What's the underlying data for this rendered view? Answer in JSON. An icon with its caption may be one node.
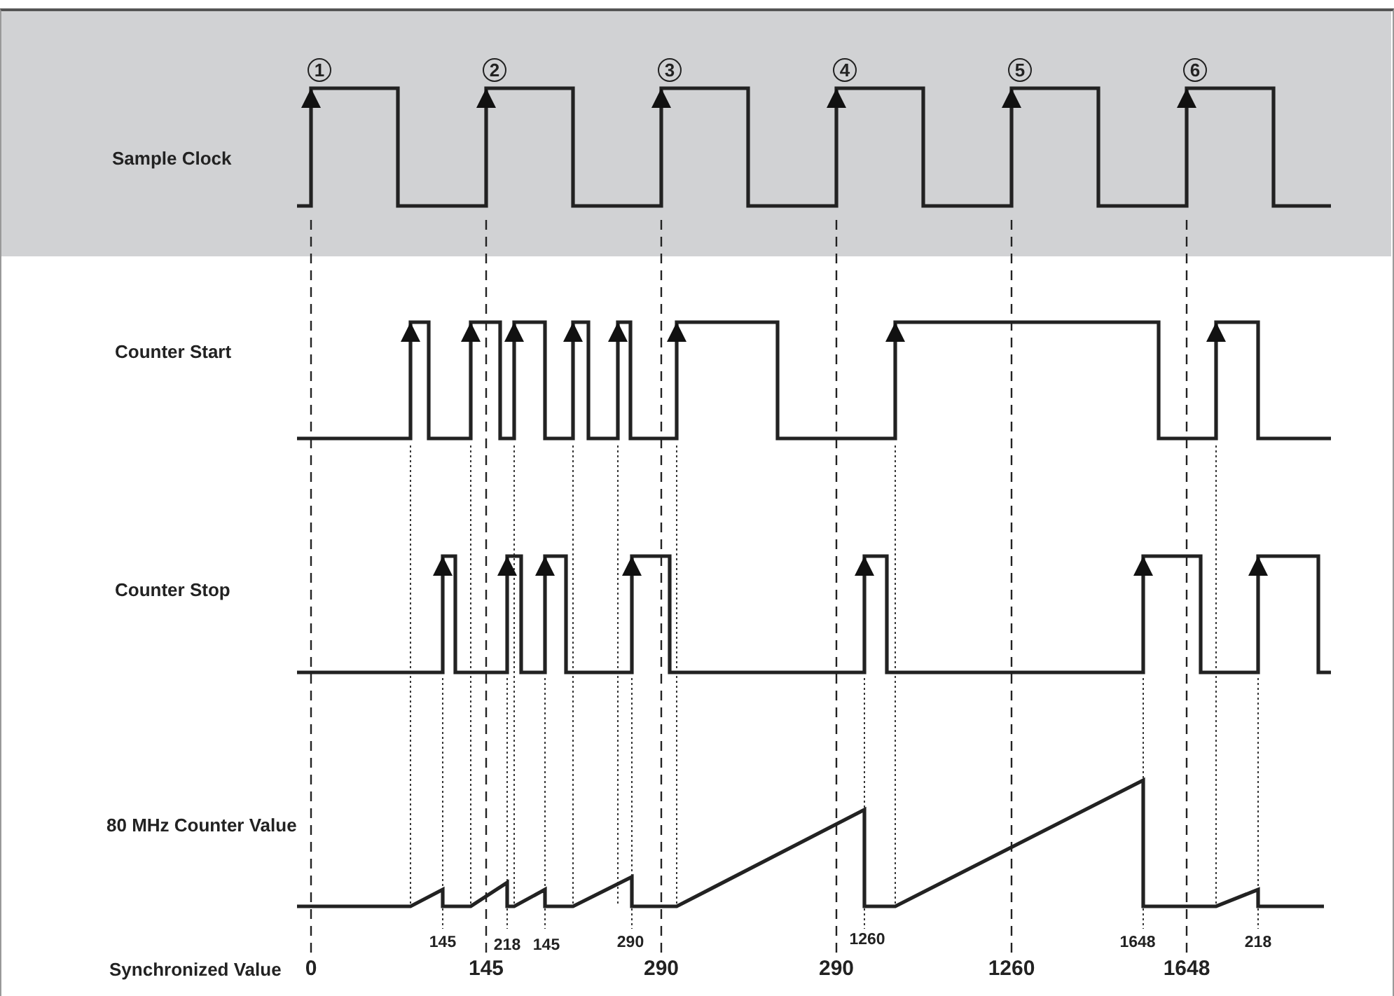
{
  "diagram": {
    "labels": [
      "1",
      "2",
      "3",
      "4",
      "5",
      "6",
      "Sample Clock",
      "Counter Start",
      "Counter Stop",
      "80 MHz Counter Value",
      "145",
      "218",
      "145",
      "290",
      "1260",
      "1648",
      "218",
      "Synchronized Value",
      "0",
      "145",
      "290",
      "290",
      "1260",
      "1648"
    ]
  }
}
